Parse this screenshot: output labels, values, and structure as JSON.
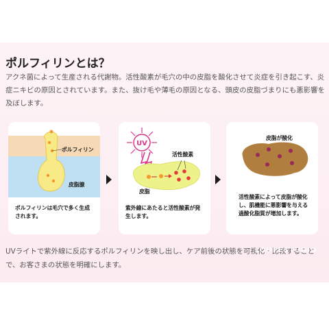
{
  "title": "ポルフィリンとは？",
  "intro": "アクネ菌によって生産される代謝物。活性酸素が毛穴の中の皮脂を酸化させて炎症を引き起こす、炎症ニキビの原因とされています。また、抜け毛や薄毛の原因となる、頭皮の皮脂づまりにも悪影響を及ぼします。",
  "step1": {
    "label_porphyrin": "ポルフィリン",
    "label_gland": "皮脂腺",
    "caption": "ポルフィリンは毛穴で多く生成されます。"
  },
  "step2": {
    "uv": "UV",
    "label_ros": "活性酸素",
    "label_sebum": "皮脂",
    "caption": "紫外線にあたると活性酸素が発生します。"
  },
  "step3": {
    "label_oxidized": "皮脂が酸化",
    "caption": "活性酸素によって皮脂が酸化し、肌機能に悪影響を与える過酸化脂質が増加します。"
  },
  "footer": "UVライトで紫外線に反応するポルフィリンを映し出し、ケア前後の状態を可視化・比較することで、お客さまの状態を明確にします。",
  "logo": "LOUPESTUDIO",
  "colors": {
    "background": "#fdf0f4",
    "yellow": "#f5e06a",
    "orange": "#f29a2e",
    "red": "#e03a3a",
    "skin": "#f6d9b5",
    "water": "#bfe0f2",
    "oxidized": "#b07e3e",
    "spot": "#9c2a58",
    "uv": "#d6378a"
  }
}
